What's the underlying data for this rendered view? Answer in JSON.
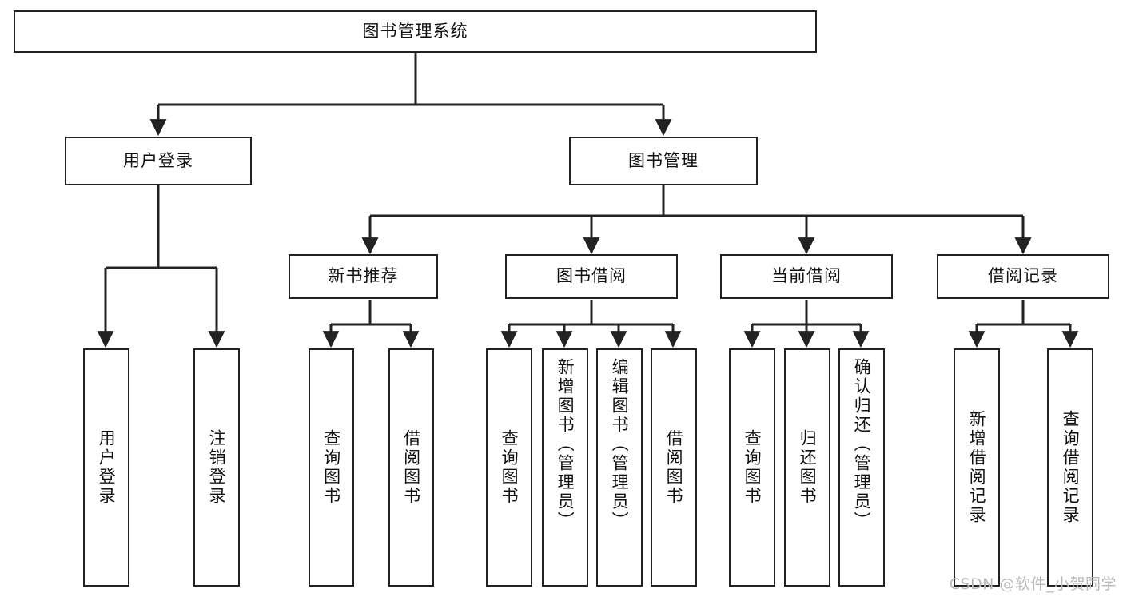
{
  "diagram": {
    "type": "tree",
    "title": "图书管理系统",
    "orientation": "top-down",
    "colors": {
      "stroke": "#222222",
      "fill": "#ffffff",
      "text": "#111111",
      "watermark": "#b9b9b9"
    },
    "nodes": {
      "root": {
        "label": "图书管理系统",
        "level": 0,
        "text_direction": "horizontal"
      },
      "l1": [
        {
          "id": "user-login",
          "label": "用户登录",
          "text_direction": "horizontal"
        },
        {
          "id": "book-manage",
          "label": "图书管理",
          "text_direction": "horizontal"
        }
      ],
      "l2": [
        {
          "id": "new-book-recommend",
          "label": "新书推荐",
          "text_direction": "horizontal"
        },
        {
          "id": "book-borrow",
          "label": "图书借阅",
          "text_direction": "horizontal"
        },
        {
          "id": "current-borrow",
          "label": "当前借阅",
          "text_direction": "horizontal"
        },
        {
          "id": "borrow-record",
          "label": "借阅记录",
          "text_direction": "horizontal"
        }
      ],
      "leaves": {
        "user-login": [
          {
            "id": "leaf-user-login",
            "label": "用户登录",
            "text_direction": "vertical"
          },
          {
            "id": "leaf-user-logout",
            "label": "注销登录",
            "text_direction": "vertical"
          }
        ],
        "new-book-recommend": [
          {
            "id": "leaf-query-book-1",
            "label": "查询图书",
            "text_direction": "vertical"
          },
          {
            "id": "leaf-borrow-book-1",
            "label": "借阅图书",
            "text_direction": "vertical"
          }
        ],
        "book-borrow": [
          {
            "id": "leaf-query-book-2",
            "label": "查询图书",
            "text_direction": "vertical"
          },
          {
            "id": "leaf-add-book",
            "label": "新增图书（管理员）",
            "text_direction": "vertical"
          },
          {
            "id": "leaf-edit-book",
            "label": "编辑图书（管理员）",
            "text_direction": "vertical"
          },
          {
            "id": "leaf-borrow-book-2",
            "label": "借阅图书",
            "text_direction": "vertical"
          }
        ],
        "current-borrow": [
          {
            "id": "leaf-query-book-3",
            "label": "查询图书",
            "text_direction": "vertical"
          },
          {
            "id": "leaf-return-book",
            "label": "归还图书",
            "text_direction": "vertical"
          },
          {
            "id": "leaf-confirm-return",
            "label": "确认归还（管理员）",
            "text_direction": "vertical"
          }
        ],
        "borrow-record": [
          {
            "id": "leaf-add-record",
            "label": "新增借阅记录",
            "text_direction": "vertical"
          },
          {
            "id": "leaf-query-record",
            "label": "查询借阅记录",
            "text_direction": "vertical"
          }
        ]
      }
    },
    "watermark": "CSDN @软件_小贺同学"
  }
}
